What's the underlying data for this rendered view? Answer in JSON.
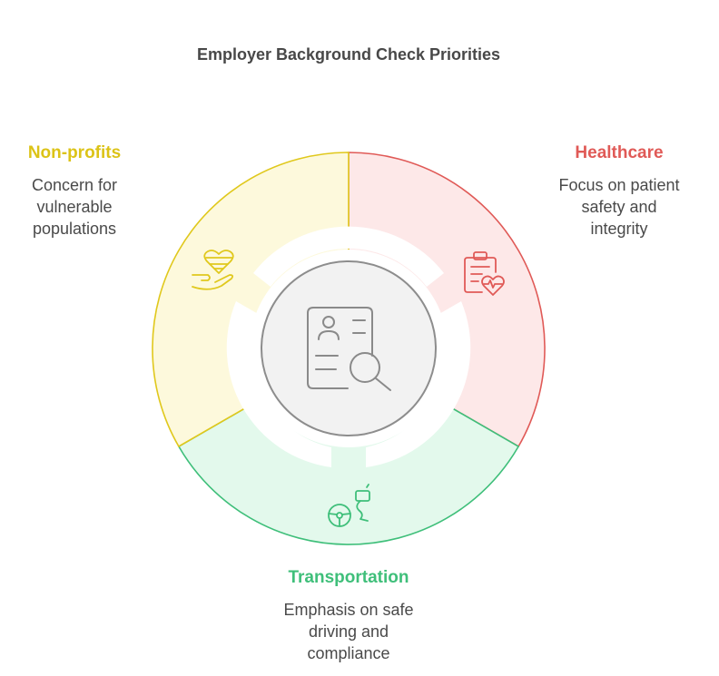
{
  "title": "Employer Background Check Priorities",
  "segments": [
    {
      "id": "healthcare",
      "label": "Healthcare",
      "desc_lines": [
        "Focus on patient",
        "safety and",
        "integrity"
      ],
      "color": "#e05a57",
      "fill": "#fde8e8",
      "icon": "clipboard-heart-icon"
    },
    {
      "id": "transportation",
      "label": "Transportation",
      "desc_lines": [
        "Emphasis on safe",
        "driving and",
        "compliance"
      ],
      "color": "#3fbf7a",
      "fill": "#e3f9ec",
      "icon": "steering-wheel-route-icon"
    },
    {
      "id": "nonprofits",
      "label": "Non-profits",
      "desc_lines": [
        "Concern for",
        "vulnerable",
        "populations"
      ],
      "color": "#e0c81c",
      "fill": "#fdf9dc",
      "icon": "hand-heart-icon"
    }
  ],
  "center_icon": "background-check-document-search-icon"
}
